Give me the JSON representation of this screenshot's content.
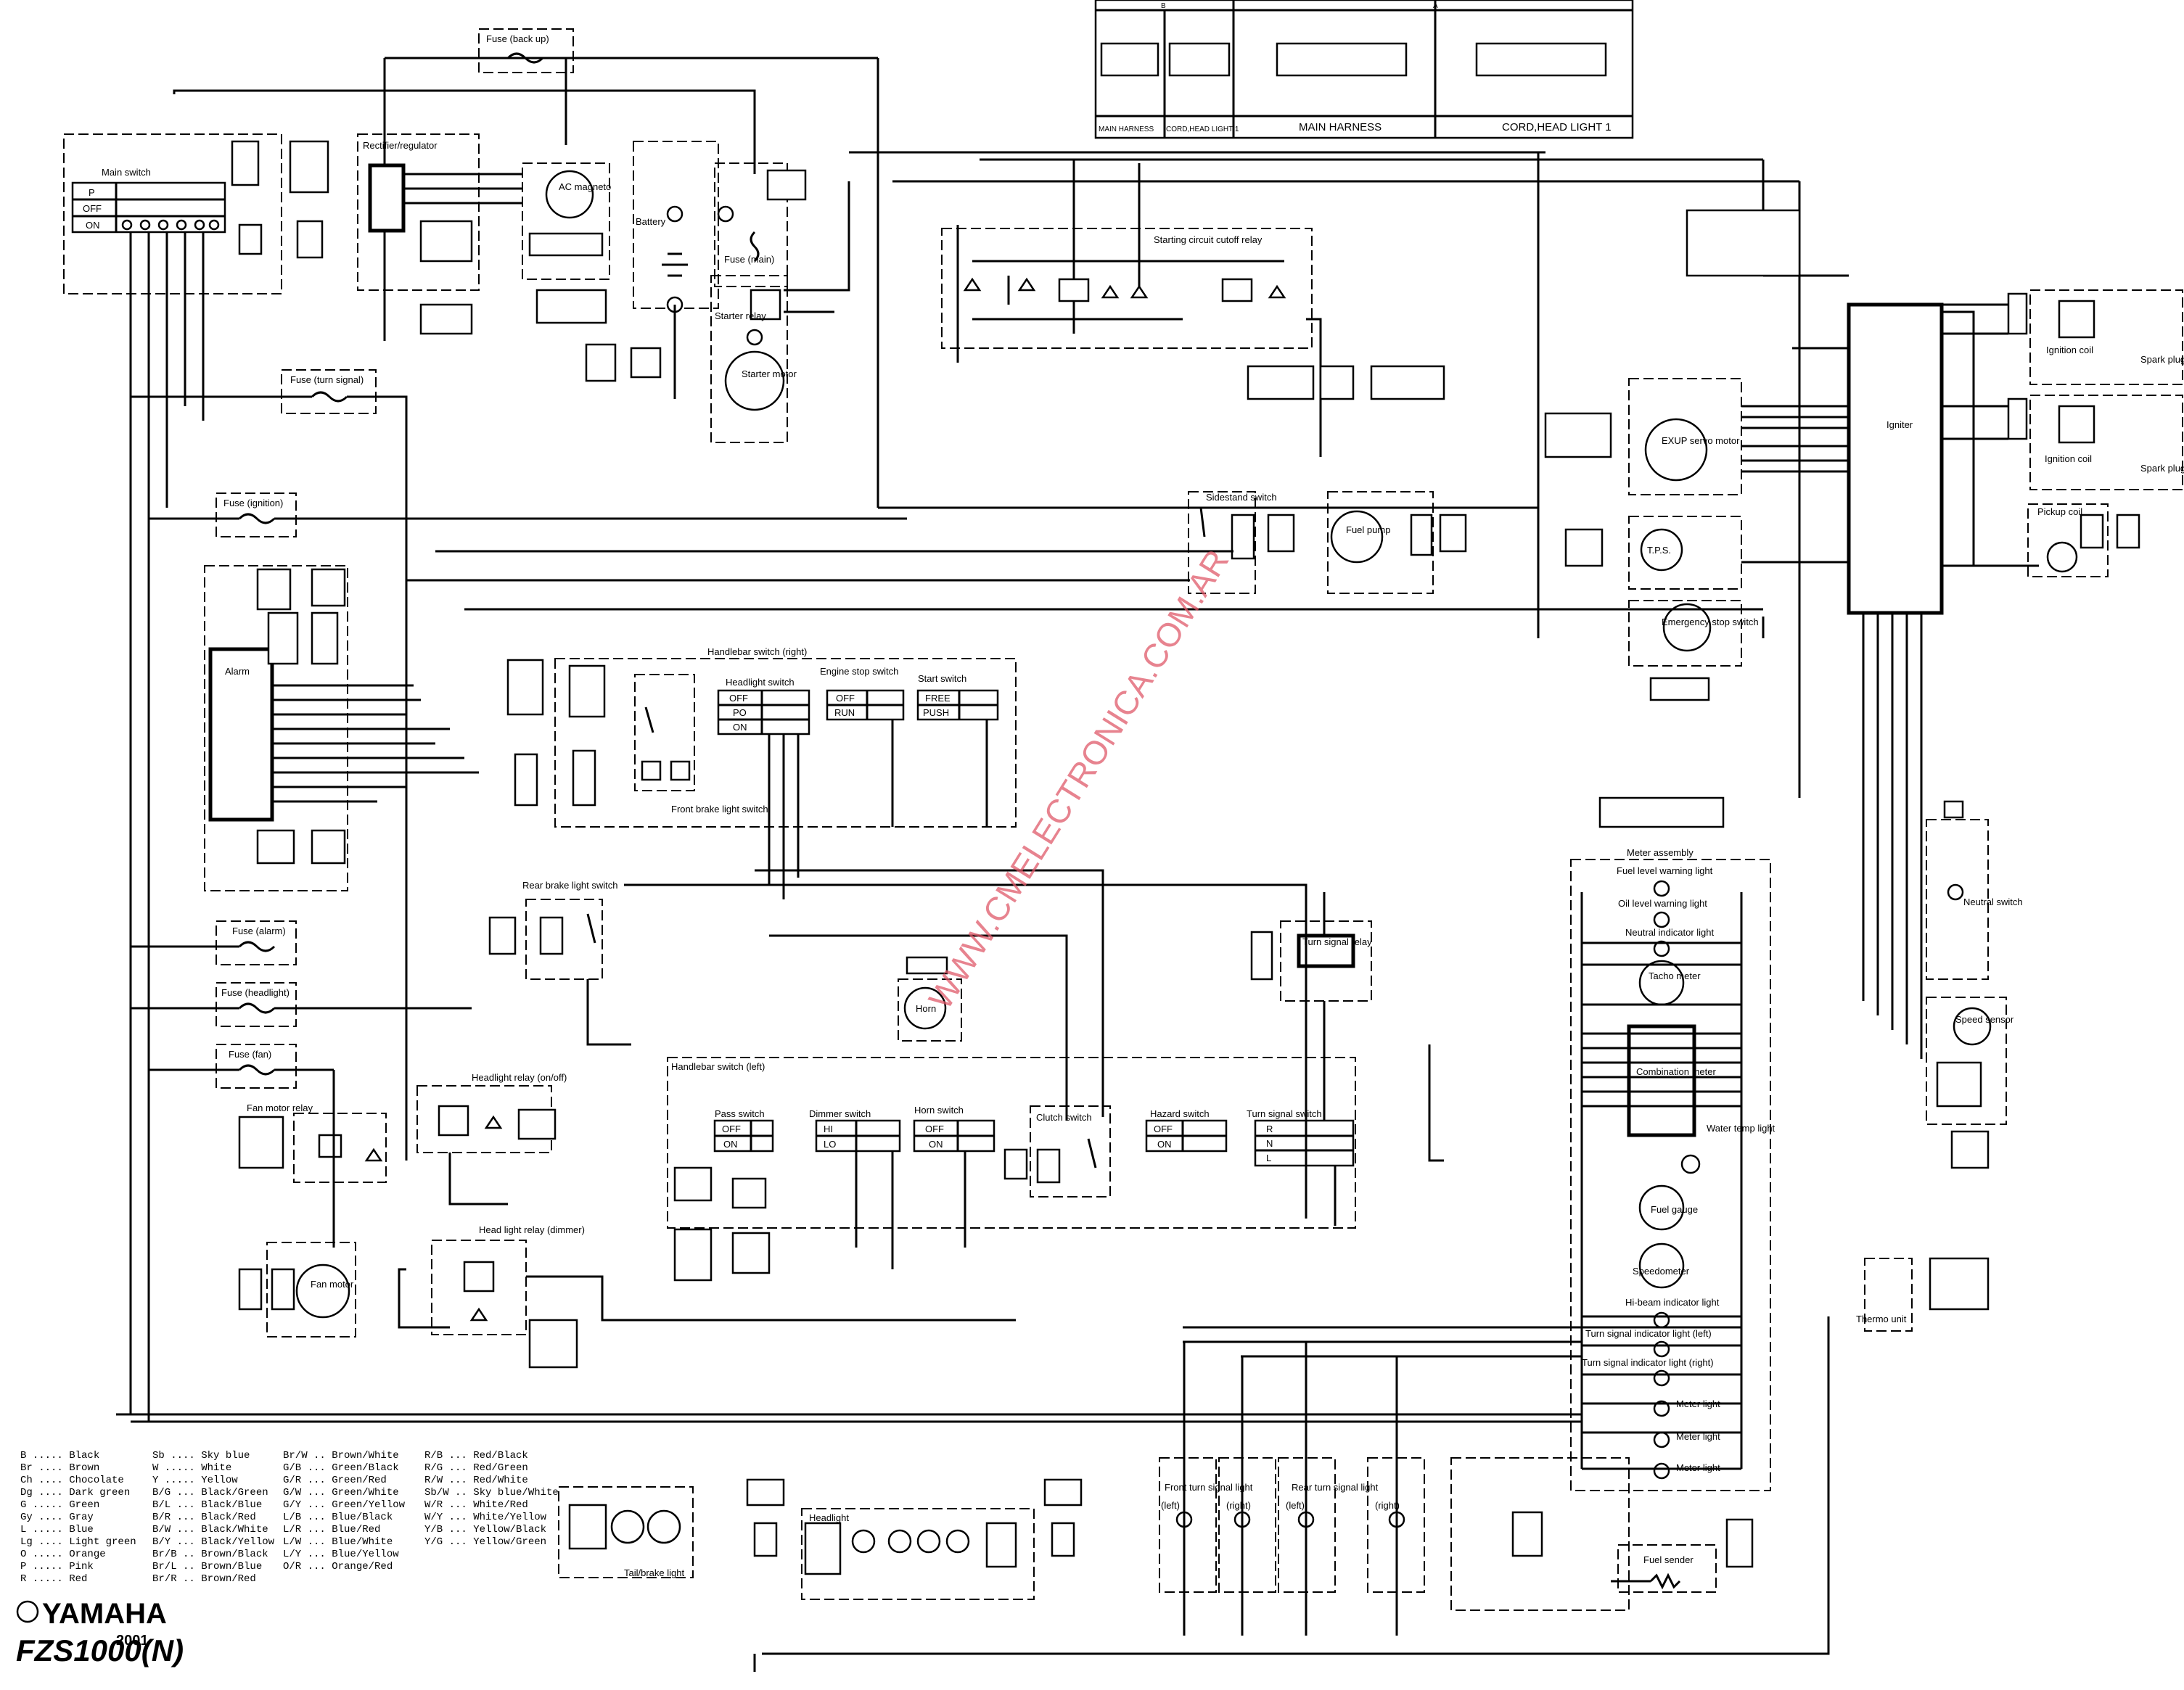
{
  "title": {
    "brand": "YAMAHA",
    "model": "FZS1000(N)",
    "year": "2001"
  },
  "watermark": "WWW.CMELECTRONICA.COM.AR",
  "harness_table": {
    "col_b": "B",
    "col_a": "A",
    "b_main": "MAIN HARNESS",
    "b_cord": "CORD,HEAD LIGHT 1",
    "a_main": "MAIN HARNESS",
    "a_cord": "CORD,HEAD LIGHT 1"
  },
  "components": {
    "fuse_backup": "Fuse (back up)",
    "main_switch": "Main switch",
    "main_p": "P",
    "main_off": "OFF",
    "main_on": "ON",
    "rectifier": "Rectifier/regulator",
    "ac_magneto": "AC magneto",
    "battery": "Battery",
    "fuse_main": "Fuse (main)",
    "starter_relay": "Starter relay",
    "starter_motor": "Starter motor",
    "starting_cutoff": "Starting circuit cutoff relay",
    "fuse_turn": "Fuse (turn signal)",
    "fuse_ignition": "Fuse (ignition)",
    "alarm": "Alarm",
    "fuse_alarm": "Fuse (alarm)",
    "fuse_headlight": "Fuse (headlight)",
    "fuse_fan": "Fuse (fan)",
    "fan_motor_relay": "Fan motor relay",
    "fan_motor": "Fan motor",
    "headlight_relay_onoff": "Headlight relay (on/off)",
    "head_light_relay_dimmer": "Head light relay (dimmer)",
    "handlebar_right": "Handlebar switch (right)",
    "headlight_switch": "Headlight switch",
    "engine_stop_switch": "Engine stop switch",
    "start_switch": "Start switch",
    "front_brake": "Front brake light switch",
    "rear_brake": "Rear brake light switch",
    "horn": "Horn",
    "handlebar_left": "Handlebar switch (left)",
    "pass_switch": "Pass switch",
    "dimmer_switch": "Dimmer switch",
    "horn_switch": "Horn switch",
    "clutch_switch": "Clutch switch",
    "hazard_switch": "Hazard switch",
    "turn_signal_switch": "Turn signal switch",
    "turn_signal_relay": "Turn signal relay",
    "sidestand_switch": "Sidestand switch",
    "fuel_pump": "Fuel pump",
    "igniter": "Igniter",
    "ignition_coil_1": "Ignition coil",
    "ignition_coil_2": "Ignition coil",
    "spark_plug_1": "Spark plug",
    "spark_plug_2": "Spark plug",
    "exup": "EXUP servo motor",
    "tps": "T.P.S.",
    "pickup_coil": "Pickup coil",
    "emergency_stop": "Emergency stop switch",
    "meter_assembly": "Meter assembly",
    "fuel_level_warning": "Fuel level warning light",
    "oil_level_warning": "Oil level warning light",
    "neutral_indicator": "Neutral indicator light",
    "tacho": "Tacho meter",
    "combination_meter": "Combination meter",
    "water_temp": "Water temp light",
    "fuel_gauge": "Fuel gauge",
    "speedometer": "Speedometer",
    "hibeam": "Hi-beam indicator light",
    "ts_left": "Turn signal indicator light (left)",
    "ts_right": "Turn signal indicator light (right)",
    "meter_light_1": "Meter light",
    "meter_light_2": "Meter light",
    "meter_light_3": "Meter light",
    "neutral_switch": "Neutral switch",
    "speed_sensor": "Speed sensor",
    "thermo_unit": "Thermo unit",
    "headlight": "Headlight",
    "tail_brake": "Tail/brake light",
    "front_ts": "Front turn signal light",
    "front_ts_left": "(left)",
    "front_ts_right": "(right)",
    "rear_ts": "Rear turn signal light",
    "rear_ts_left": "(left)",
    "rear_ts_right": "(right)",
    "fuel_sender": "Fuel sender",
    "hs_off": "OFF",
    "hs_po": "PO",
    "hs_on": "ON",
    "es_off": "OFF",
    "es_run": "RUN",
    "ss_free": "FREE",
    "ss_push": "PUSH",
    "ps_off": "OFF",
    "ps_on": "ON",
    "ds_hi": "HI",
    "ds_lo": "LO",
    "hos_off": "OFF",
    "hos_on": "ON",
    "hz_off": "OFF",
    "hz_on": "ON",
    "ts_r": "R",
    "ts_n": "N",
    "ts_l": "L"
  },
  "color_legend": [
    [
      "B",
      "Black"
    ],
    [
      "Br",
      "Brown"
    ],
    [
      "Ch",
      "Chocolate"
    ],
    [
      "Dg",
      "Dark green"
    ],
    [
      "G",
      "Green"
    ],
    [
      "Gy",
      "Gray"
    ],
    [
      "L",
      "Blue"
    ],
    [
      "Lg",
      "Light green"
    ],
    [
      "O",
      "Orange"
    ],
    [
      "P",
      "Pink"
    ],
    [
      "R",
      "Red"
    ],
    [
      "Sb",
      "Sky blue"
    ],
    [
      "W",
      "White"
    ],
    [
      "Y",
      "Yellow"
    ],
    [
      "B/G",
      "Black/Green"
    ],
    [
      "B/L",
      "Black/Blue"
    ],
    [
      "B/R",
      "Black/Red"
    ],
    [
      "B/W",
      "Black/White"
    ],
    [
      "B/Y",
      "Black/Yellow"
    ],
    [
      "Br/B",
      "Brown/Black"
    ],
    [
      "Br/L",
      "Brown/Blue"
    ],
    [
      "Br/R",
      "Brown/Red"
    ],
    [
      "Br/W",
      "Brown/White"
    ],
    [
      "G/B",
      "Green/Black"
    ],
    [
      "G/R",
      "Green/Red"
    ],
    [
      "G/W",
      "Green/White"
    ],
    [
      "G/Y",
      "Green/Yellow"
    ],
    [
      "L/B",
      "Blue/Black"
    ],
    [
      "L/R",
      "Blue/Red"
    ],
    [
      "L/W",
      "Blue/White"
    ],
    [
      "L/Y",
      "Blue/Yellow"
    ],
    [
      "O/R",
      "Orange/Red"
    ],
    [
      "R/B",
      "Red/Black"
    ],
    [
      "R/G",
      "Red/Green"
    ],
    [
      "R/W",
      "Red/White"
    ],
    [
      "Sb/W",
      "Sky blue/White"
    ],
    [
      "W/R",
      "White/Red"
    ],
    [
      "W/Y",
      "White/Yellow"
    ],
    [
      "Y/B",
      "Yellow/Black"
    ],
    [
      "Y/G",
      "Yellow/Green"
    ]
  ]
}
